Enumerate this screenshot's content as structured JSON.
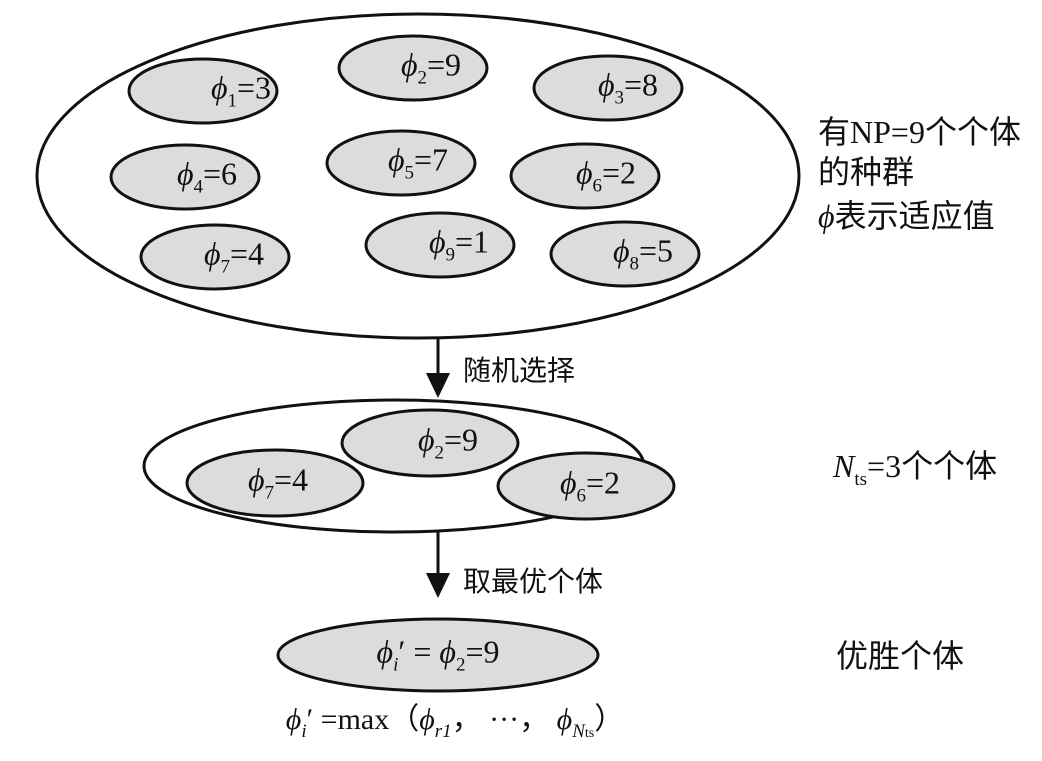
{
  "colors": {
    "individual_fill": "#dcdcdc",
    "stroke": "#111111"
  },
  "population": {
    "individuals": [
      {
        "index": "1",
        "value": "3"
      },
      {
        "index": "2",
        "value": "9"
      },
      {
        "index": "3",
        "value": "8"
      },
      {
        "index": "4",
        "value": "6"
      },
      {
        "index": "5",
        "value": "7"
      },
      {
        "index": "6",
        "value": "2"
      },
      {
        "index": "7",
        "value": "4"
      },
      {
        "index": "9",
        "value": "1"
      },
      {
        "index": "8",
        "value": "5"
      }
    ],
    "label_line1": "有NP=9个个体",
    "label_line2": "的种群",
    "phi_symbol": "ϕ",
    "phi_meaning": "表示适应值"
  },
  "step1_label": "随机选择",
  "tournament": {
    "individuals": [
      {
        "index": "2",
        "value": "9"
      },
      {
        "index": "7",
        "value": "4"
      },
      {
        "index": "6",
        "value": "2"
      }
    ],
    "label_var": "N",
    "label_sub": "ts",
    "label_rest": "=3个个体"
  },
  "step2_label": "取最优个体",
  "winner": {
    "lhs_sub": "i",
    "prime": "′",
    "rhs_sub": "2",
    "value": "9",
    "label": "优胜个体"
  },
  "formula": {
    "lhs_sub": "i",
    "prime": "′",
    "func": "=max（",
    "first_sub": "r1",
    "sep": "，",
    "ellipsis": "···",
    "sep2": "，",
    "last_sub_var": "N",
    "last_sub_sub": "ts",
    "close": "）"
  }
}
